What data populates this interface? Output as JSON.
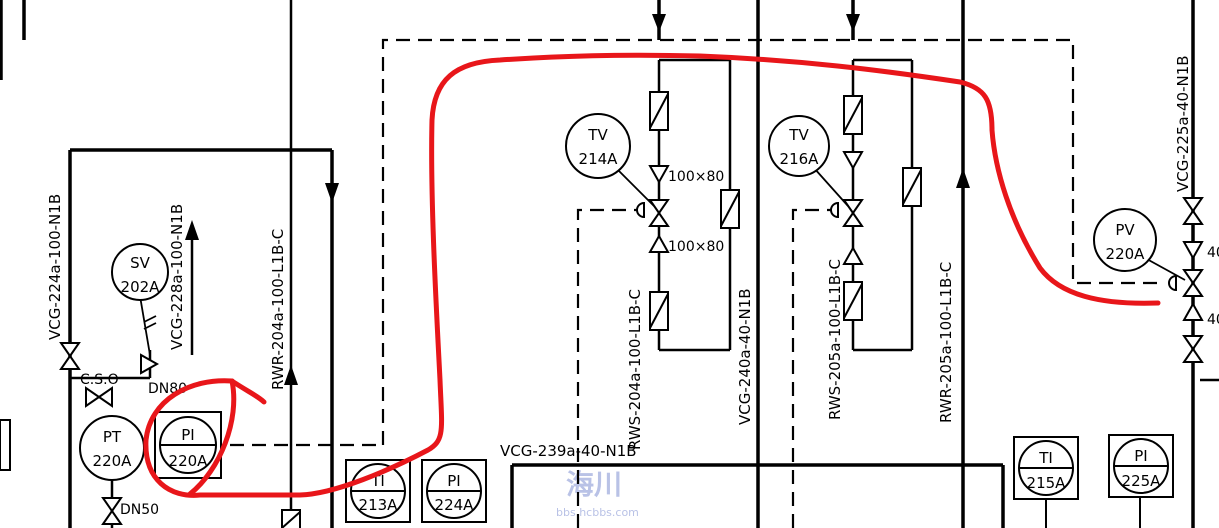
{
  "line_labels": {
    "vcg_224a": "VCG-224a-100-N1B",
    "vcg_228a": "VCG-228a-100-N1B",
    "rwr_204a": "RWR-204a-100-L1B-C",
    "rws_204a": "RWS-204a-100-L1B-C",
    "vcg_240a": "VCG-240a-40-N1B",
    "rws_205a": "RWS-205a-100-L1B-C",
    "rwr_205a": "RWR-205a-100-L1B-C",
    "vcg_225a": "VCG-225a-40-N1B",
    "vcg_239a": "VCG-239a-40-N1B"
  },
  "annotations": {
    "cso": "C.S.O",
    "dn80": "DN80",
    "dn50": "DN50",
    "size_top": "100×80",
    "size_bottom": "100×80",
    "size_right_top": "40",
    "size_right_bottom": "40"
  },
  "instruments": {
    "sv_202a": {
      "func": "SV",
      "num": "202A"
    },
    "pt_220a": {
      "func": "PT",
      "num": "220A"
    },
    "pi_220a": {
      "func": "PI",
      "num": "220A"
    },
    "tv_214a": {
      "func": "TV",
      "num": "214A"
    },
    "tv_216a": {
      "func": "TV",
      "num": "216A"
    },
    "pv_220a": {
      "func": "PV",
      "num": "220A"
    },
    "ti_213a": {
      "func": "TI",
      "num": "213A"
    },
    "pi_224a": {
      "func": "PI",
      "num": "224A"
    },
    "ti_215a": {
      "func": "TI",
      "num": "215A"
    },
    "pi_225a": {
      "func": "PI",
      "num": "225A"
    }
  },
  "watermark": {
    "text": "海川",
    "url": "bbs.hcbbs.com"
  },
  "colors": {
    "line": "#000000",
    "markup": "#e8161a",
    "watermark": "#b9c2e6"
  }
}
